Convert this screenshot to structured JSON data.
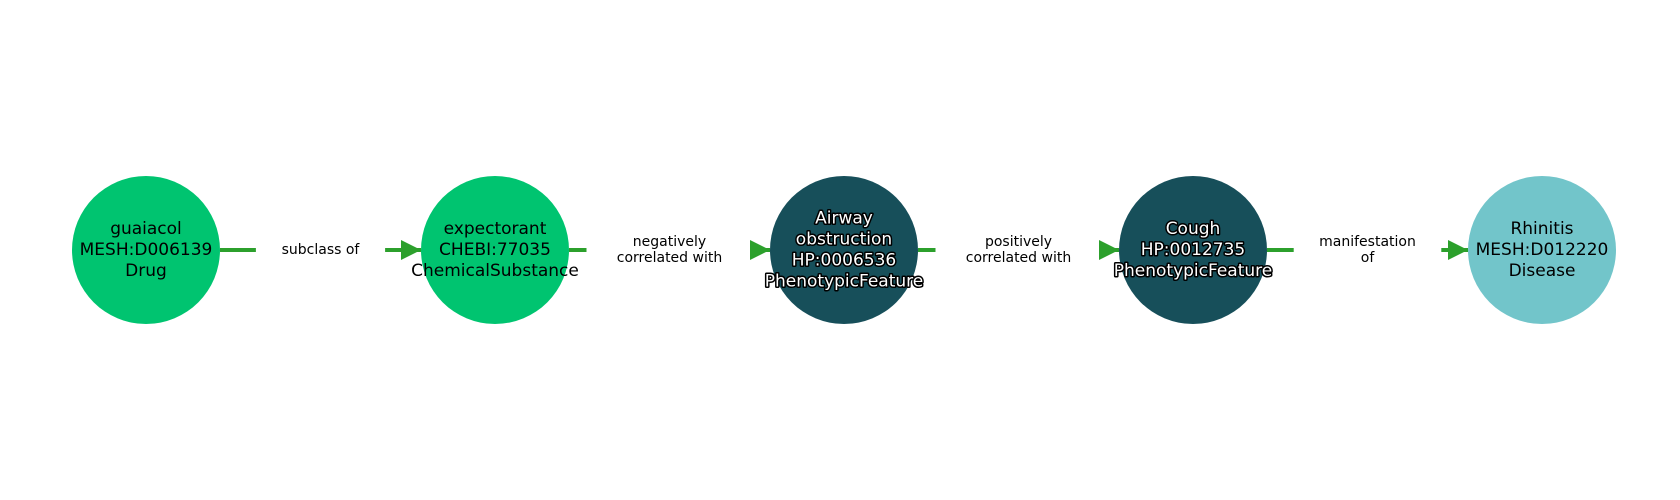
{
  "nodes": [
    {
      "id": "n1",
      "lines": [
        "guaiacol",
        "MESH:D006139",
        "Drug"
      ],
      "fill": "#00c470",
      "text_color": "#000000",
      "halo": false
    },
    {
      "id": "n2",
      "lines": [
        "expectorant",
        "CHEBI:77035",
        "ChemicalSubstance"
      ],
      "fill": "#00c470",
      "text_color": "#000000",
      "halo": false
    },
    {
      "id": "n3",
      "lines": [
        "Airway",
        "obstruction",
        "HP:0006536",
        "PhenotypicFeature"
      ],
      "fill": "#174f5a",
      "text_color": "#ffffff",
      "halo": true
    },
    {
      "id": "n4",
      "lines": [
        "Cough",
        "HP:0012735",
        "PhenotypicFeature"
      ],
      "fill": "#174f5a",
      "text_color": "#ffffff",
      "halo": true
    },
    {
      "id": "n5",
      "lines": [
        "Rhinitis",
        "MESH:D012220",
        "Disease"
      ],
      "fill": "#72c5ca",
      "text_color": "#000000",
      "halo": false
    }
  ],
  "edges": [
    {
      "from": "n1",
      "to": "n2",
      "lines": [
        "subclass of"
      ]
    },
    {
      "from": "n2",
      "to": "n3",
      "lines": [
        "negatively",
        "correlated with"
      ]
    },
    {
      "from": "n3",
      "to": "n4",
      "lines": [
        "positively",
        "correlated with"
      ]
    },
    {
      "from": "n4",
      "to": "n5",
      "lines": [
        "manifestation",
        "of"
      ]
    }
  ],
  "edge_color": "#2ca02c"
}
